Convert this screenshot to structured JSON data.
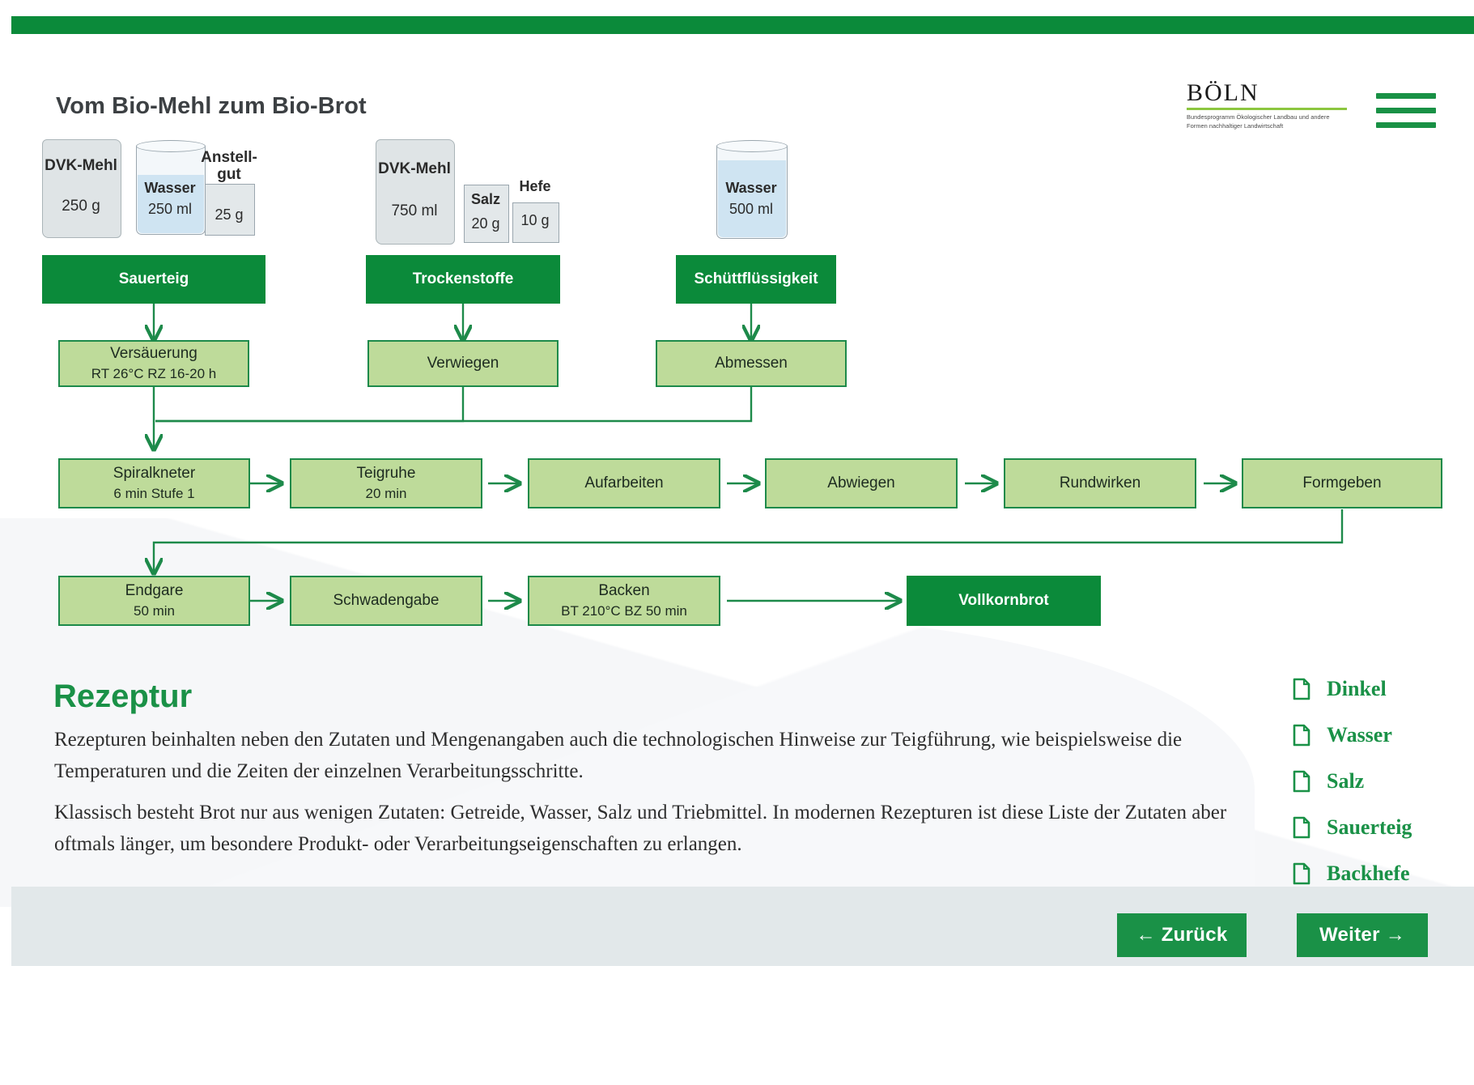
{
  "header": {
    "title": "Vom Bio-Mehl zum Bio-Brot",
    "logo": {
      "word": "BÖLN",
      "subtitle": "Bundesprogramm Ökologischer Landbau und andere Formen nachhaltiger Landwirtschaft"
    },
    "menu_icon": "hamburger-menu-icon"
  },
  "diagram": {
    "ingredients": [
      {
        "name": "DVK-Mehl",
        "amount": "250 g",
        "shape": "bag"
      },
      {
        "name": "Wasser",
        "amount": "250 ml",
        "shape": "glass"
      },
      {
        "name": "Anstell-gut",
        "amount": "25 g",
        "shape": "container"
      },
      {
        "name": "DVK-Mehl",
        "amount": "750 ml",
        "shape": "bag"
      },
      {
        "name": "Salz",
        "amount": "20 g",
        "shape": "container"
      },
      {
        "name": "Hefe",
        "amount": "10 g",
        "shape": "container"
      },
      {
        "name": "Wasser",
        "amount": "500 ml",
        "shape": "glass"
      }
    ],
    "groups": [
      {
        "label": "Sauerteig"
      },
      {
        "label": "Trockenstoffe"
      },
      {
        "label": "Schüttflüssigkeit"
      }
    ],
    "prep_steps": [
      {
        "label": "Versäuerung",
        "detail": "RT 26°C  RZ 16-20 h"
      },
      {
        "label": "Verwiegen",
        "detail": ""
      },
      {
        "label": "Abmessen",
        "detail": ""
      }
    ],
    "process_steps": [
      {
        "label": "Spiralkneter",
        "detail": "6 min  Stufe 1"
      },
      {
        "label": "Teigruhe",
        "detail": "20 min"
      },
      {
        "label": "Aufarbeiten",
        "detail": ""
      },
      {
        "label": "Abwiegen",
        "detail": ""
      },
      {
        "label": "Rundwirken",
        "detail": ""
      },
      {
        "label": "Formgeben",
        "detail": ""
      }
    ],
    "final_steps": [
      {
        "label": "Endgare",
        "detail": "50 min"
      },
      {
        "label": "Schwadengabe",
        "detail": ""
      },
      {
        "label": "Backen",
        "detail": "BT 210°C  BZ 50 min"
      }
    ],
    "product": {
      "label": "Vollkornbrot"
    }
  },
  "content": {
    "heading": "Rezeptur",
    "paragraph1": "Rezepturen beinhalten neben den Zutaten und Mengenangaben auch die technologischen Hinweise zur Teigführung, wie beispielsweise die Temperaturen  und die Zeiten der einzelnen Verarbeitungsschritte.",
    "paragraph2": "Klassisch besteht Brot nur aus wenigen Zutaten: Getreide, Wasser, Salz und Triebmittel. In modernen Rezepturen ist diese Liste der Zutaten aber oftmals länger, um besondere Produkt- oder Verarbeitungseigenschaften zu erlangen."
  },
  "links": [
    {
      "label": "Dinkel",
      "icon": "document-icon"
    },
    {
      "label": "Wasser",
      "icon": "document-icon"
    },
    {
      "label": "Salz",
      "icon": "document-icon"
    },
    {
      "label": "Sauerteig",
      "icon": "document-icon"
    },
    {
      "label": "Backhefe",
      "icon": "document-icon"
    }
  ],
  "footer": {
    "back_label": "Zurück",
    "next_label": "Weiter",
    "back_arrow": "←",
    "next_arrow": "→"
  },
  "colors": {
    "brand_green": "#0b8a3a",
    "accent_green": "#1a9147",
    "light_green": "#bedb9a",
    "logo_rule": "#8cc63f",
    "footer_bg": "#e2e8ea"
  }
}
